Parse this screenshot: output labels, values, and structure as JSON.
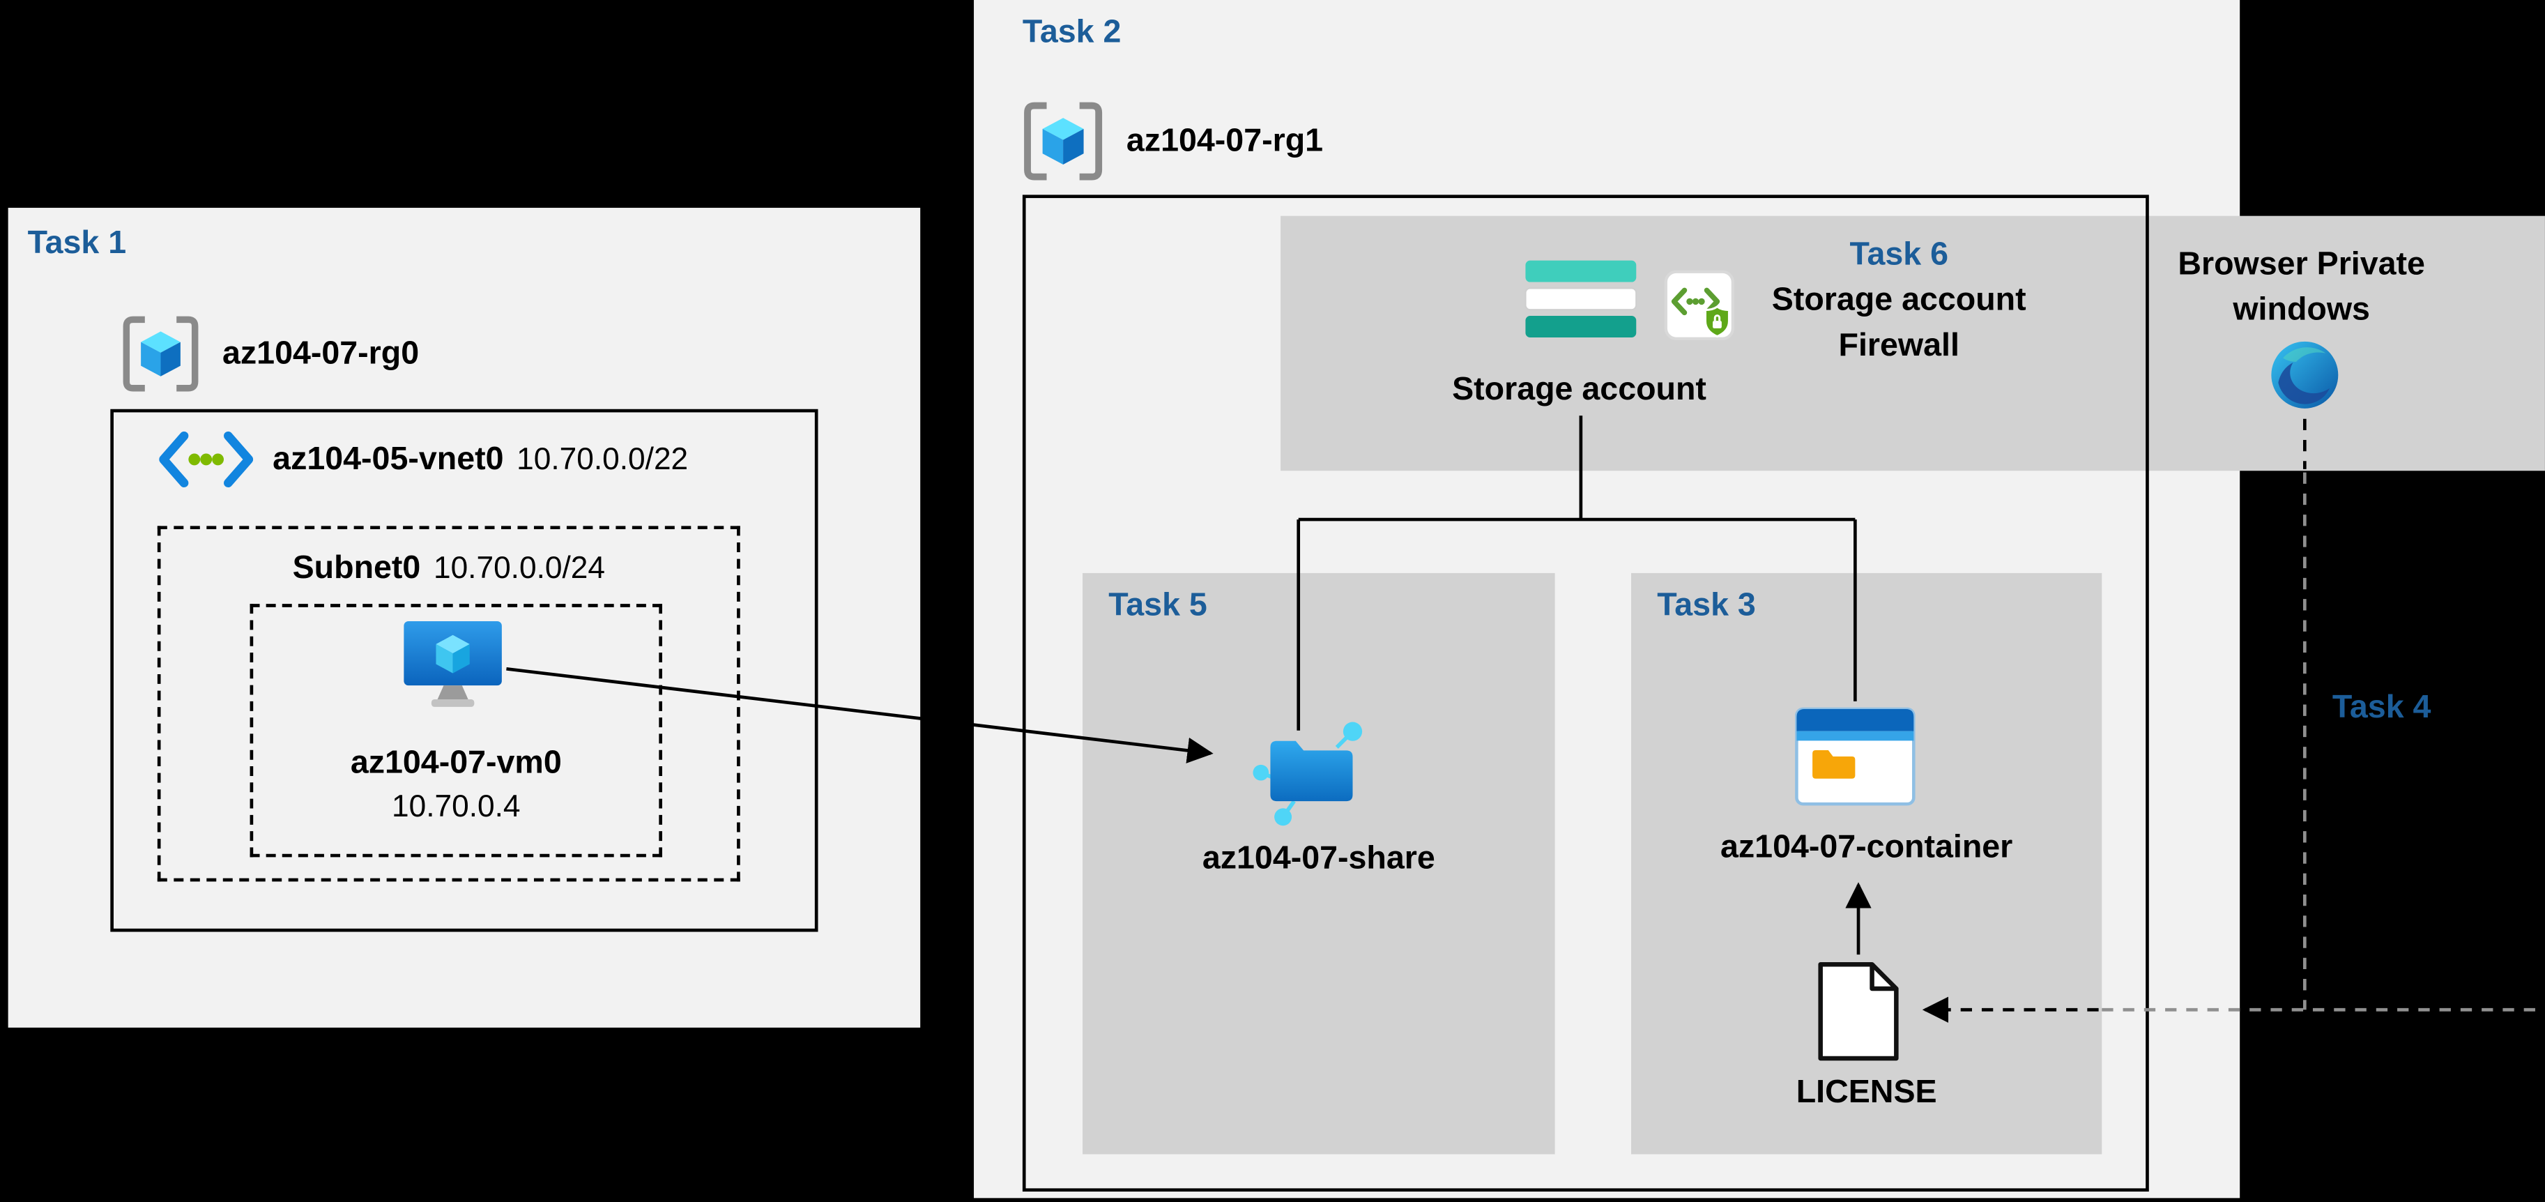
{
  "colors": {
    "background": "#000000",
    "panel_light": "#f2f2f2",
    "panel_gray": "#d2d2d2",
    "task_title": "#1c5d99",
    "line": "#000000",
    "line_dim": "#909090"
  },
  "task1": {
    "title": "Task 1",
    "resource_group": "az104-07-rg0",
    "vnet_name": "az104-05-vnet0",
    "vnet_cidr": "10.70.0.0/22",
    "subnet_name": "Subnet0",
    "subnet_cidr": "10.70.0.0/24",
    "vm_name": "az104-07-vm0",
    "vm_ip": "10.70.0.4"
  },
  "task2": {
    "title": "Task 2",
    "resource_group": "az104-07-rg1",
    "storage_label": "Storage account"
  },
  "task6": {
    "title": "Task 6",
    "line1": "Storage account",
    "line2": "Firewall"
  },
  "browser": {
    "line1": "Browser Private",
    "line2": "windows"
  },
  "task5": {
    "title": "Task 5",
    "share_name": "az104-07-share"
  },
  "task3": {
    "title": "Task 3",
    "container_name": "az104-07-container",
    "document_label": "LICENSE"
  },
  "task4": {
    "title": "Task 4"
  },
  "icons": {
    "resource_group": "azure-resource-group-icon",
    "virtual_network": "azure-vnet-icon",
    "virtual_machine": "azure-vm-icon",
    "storage_account": "azure-storage-account-icon",
    "firewall": "storage-firewall-shield-icon",
    "edge": "microsoft-edge-icon",
    "file_share": "azure-file-share-icon",
    "blob_container": "azure-blob-container-icon",
    "document": "license-document-icon"
  }
}
